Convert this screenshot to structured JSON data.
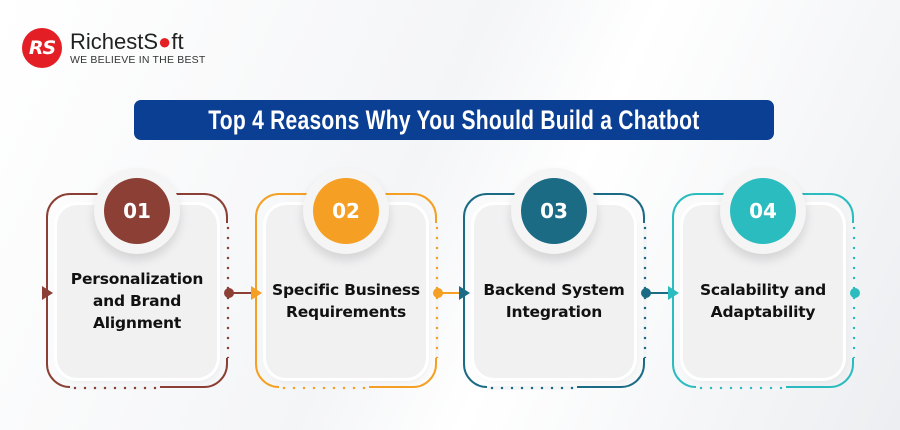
{
  "logo": {
    "mark": "RS",
    "name_part1": "RichestS",
    "name_dot": "●",
    "name_part2": "ft",
    "tagline": "WE BELIEVE IN THE BEST",
    "brand_color": "#e31e25"
  },
  "title": {
    "text": "Top 4 Reasons Why You Should Build a Chatbot",
    "background_color": "#0b3f93"
  },
  "steps": [
    {
      "number": "01",
      "label": "Personalization and Brand Alignment",
      "color": "#8b3f35"
    },
    {
      "number": "02",
      "label": "Specific Business Requirements",
      "color": "#f5a024"
    },
    {
      "number": "03",
      "label": "Backend System Integration",
      "color": "#1c6b85"
    },
    {
      "number": "04",
      "label": "Scalability and Adaptability",
      "color": "#2bbcbf"
    }
  ]
}
